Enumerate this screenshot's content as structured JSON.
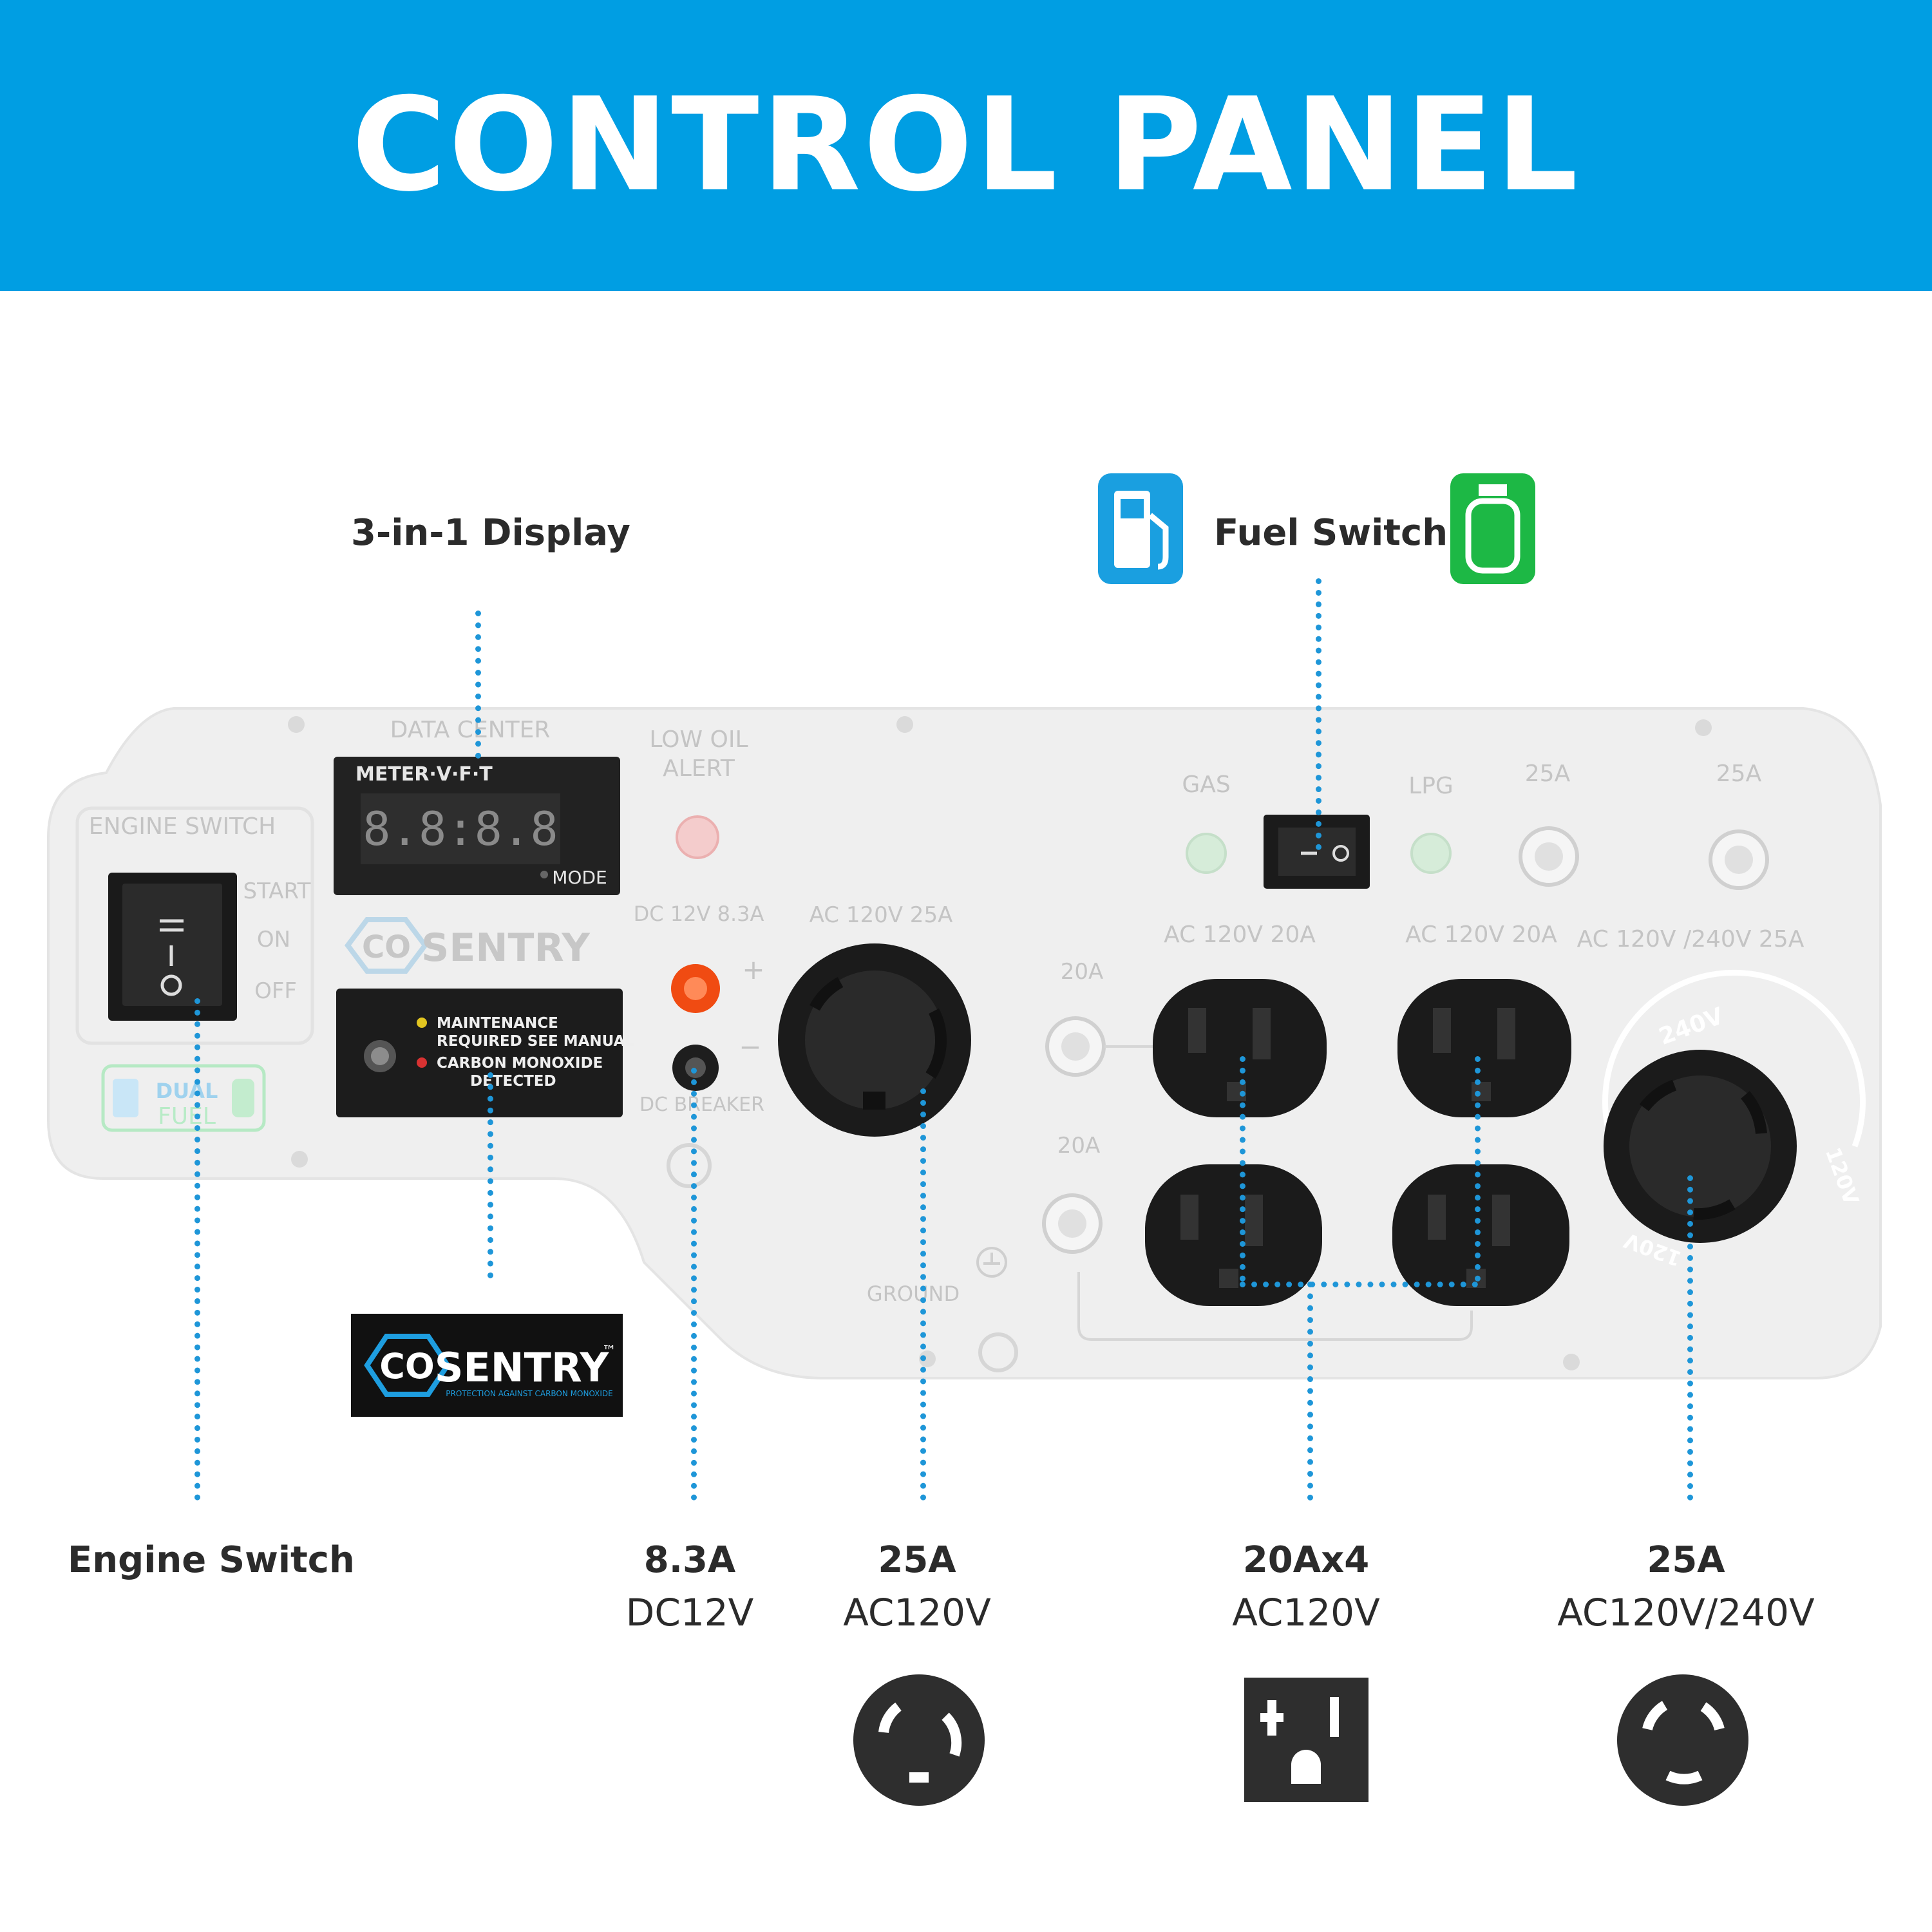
{
  "header": {
    "title": "CONTROL PANEL"
  },
  "callouts": {
    "display": "3-in-1 Display",
    "fuel_switch": "Fuel Switch",
    "engine_switch": "Engine Switch",
    "dc": {
      "amp": "8.3A",
      "volt": "DC12V"
    },
    "ac_25": {
      "amp": "25A",
      "volt": "AC120V"
    },
    "ac_20x4": {
      "amp": "20Ax4",
      "volt": "AC120V"
    },
    "ac_25_dual": {
      "amp": "25A",
      "volt": "AC120V/240V"
    }
  },
  "panel": {
    "data_center": "DATA CENTER",
    "meter": "METER·V·F·T",
    "meter_digits": "8.8:8.8",
    "mode": "MODE",
    "low_oil": [
      "LOW OIL",
      "ALERT"
    ],
    "engine_switch_title": "ENGINE SWITCH",
    "engine_positions": [
      "START",
      "ON",
      "OFF"
    ],
    "dual_fuel": [
      "DUAL",
      "FUEL"
    ],
    "co_sentry": [
      "CO",
      "SENTRY"
    ],
    "maintenance": [
      "MAINTENANCE",
      "REQUIRED SEE MANUAL"
    ],
    "carbon_monoxide": [
      "CARBON MONOXIDE",
      "DETECTED"
    ],
    "dc_rating": "DC 12V 8.3A",
    "dc_plus": "+",
    "dc_minus": "−",
    "dc_breaker": "DC BREAKER",
    "ac_120_25": "AC 120V  25A",
    "gas": "GAS",
    "lpg": "LPG",
    "breaker_25a_1": "25A",
    "breaker_25a_2": "25A",
    "ac_120_20_1": "AC 120V 20A",
    "ac_120_20_2": "AC 120V 20A",
    "ac_120_240_25": "AC 120V /240V 25A",
    "breaker_20a_1": "20A",
    "breaker_20a_2": "20A",
    "ground": "GROUND",
    "ring_240": "240V",
    "ring_120_left": "120V",
    "ring_120_right": "120V"
  },
  "co_sentry_badge": {
    "co": "CO",
    "name": "SENTRY",
    "tm": "™",
    "tagline": "PROTECTION AGAINST CARBON MONOXIDE"
  },
  "colors": {
    "brand_blue": "#009ee3",
    "lead_blue": "#1e96d8",
    "gas_icon": "#1a9fe0",
    "lpg_icon": "#1db845",
    "panel": "#f0f0f0"
  },
  "icons": [
    "gas-pump-icon",
    "propane-tank-icon",
    "twist-lock-120v-icon",
    "duplex-outlet-icon",
    "twist-lock-240v-icon",
    "ground-icon"
  ]
}
